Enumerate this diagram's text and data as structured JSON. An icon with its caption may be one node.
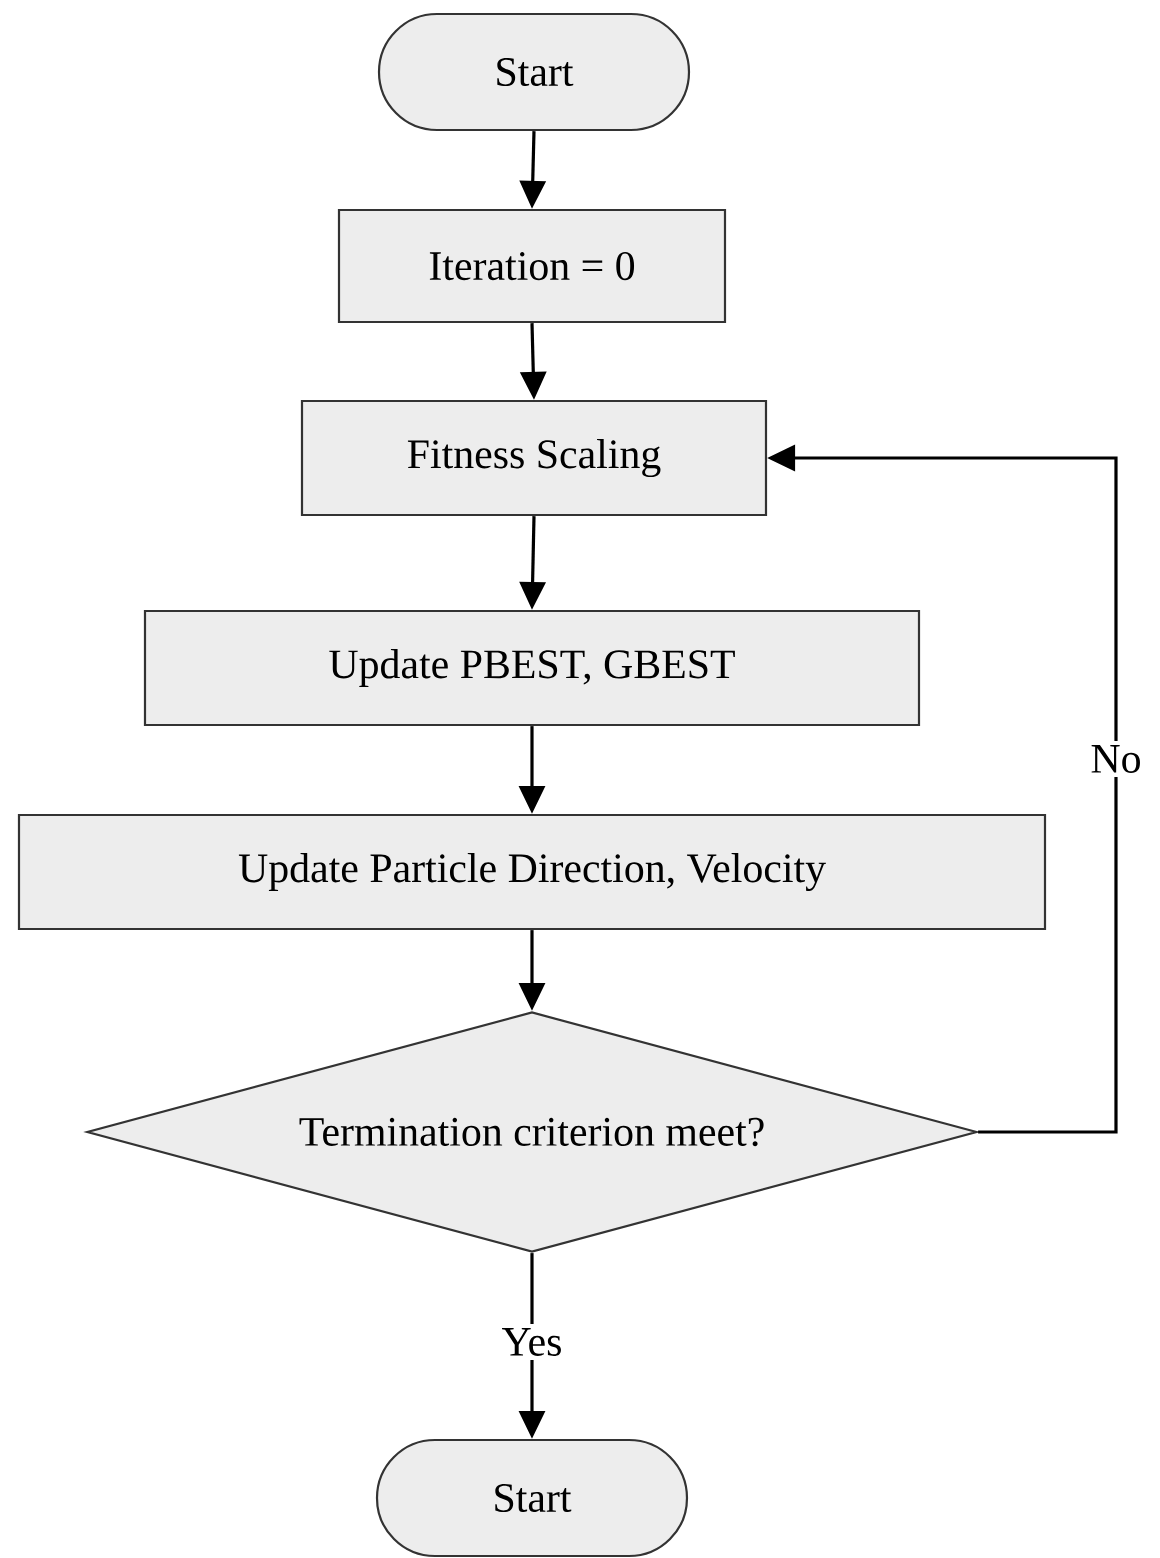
{
  "diagram": {
    "nodes": [
      {
        "text": [
          "Start"
        ]
      },
      {
        "text": [
          "Iteration = 0"
        ]
      },
      {
        "text": [
          "Fitness Scaling"
        ]
      },
      {
        "text": [
          "Update PBEST, GBEST"
        ]
      },
      {
        "text": [
          "Update Particle Direction, Velocity"
        ]
      },
      {
        "text": [
          "Termination criterion meet?"
        ]
      },
      {
        "text": [
          "Start"
        ]
      }
    ],
    "edges": [
      {
        "from": 0,
        "to": 1,
        "arrow": "to"
      },
      {
        "from": 1,
        "to": 2,
        "arrow": "to"
      },
      {
        "from": 2,
        "to": 3,
        "arrow": "to"
      },
      {
        "from": 3,
        "to": 4,
        "arrow": "to"
      },
      {
        "from": 4,
        "to": 5,
        "arrow": "to"
      },
      {
        "from": 5,
        "to": 6,
        "arrow": "to",
        "label": "Yes"
      },
      {
        "from": 5,
        "to": 2,
        "arrow": "to",
        "label": "No"
      }
    ]
  }
}
